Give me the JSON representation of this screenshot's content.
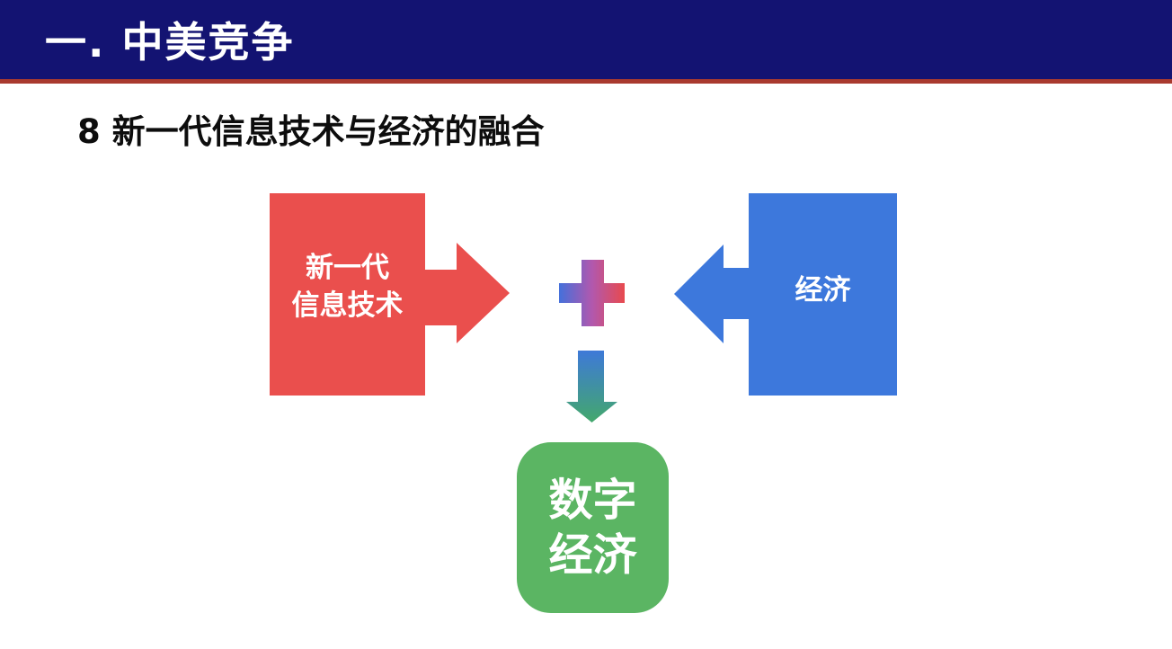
{
  "slide": {
    "header": {
      "title": "一. 中美竞争",
      "bg_color": "#131372",
      "divider_color": "#A93A2F"
    },
    "subtitle": "8 新一代信息技术与经济的融合",
    "diagram": {
      "tech_box": {
        "line1": "新一代",
        "line2": "信息技术",
        "color": "#EA4F4D"
      },
      "economy_box": {
        "label": "经济",
        "color": "#3D78DC"
      },
      "plus_icon": {
        "gradient_start": "#4470DB",
        "gradient_mid": "#B158AE",
        "gradient_end": "#E84A4E"
      },
      "down_arrow_icon": {
        "gradient_start": "#3E79D8",
        "gradient_end": "#43A86C"
      },
      "result_box": {
        "line1": "数字",
        "line2": "经济",
        "color": "#5BB563"
      }
    }
  }
}
